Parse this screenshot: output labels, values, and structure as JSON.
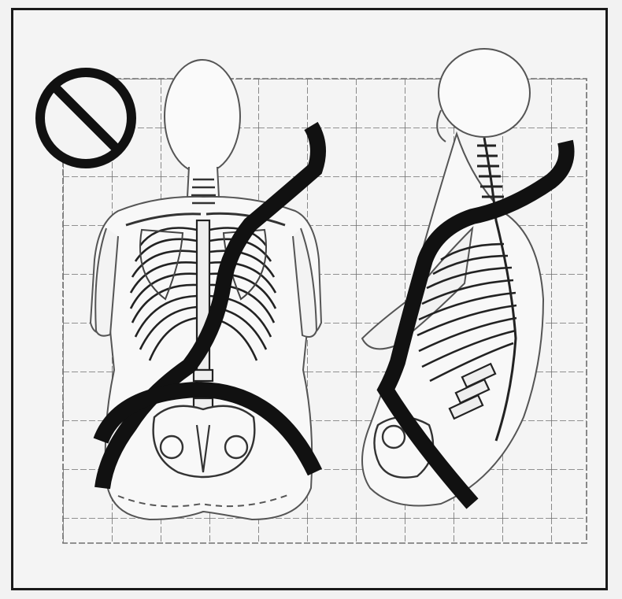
{
  "figure": {
    "kind": "seatbelt-misuse-illustration",
    "symbol": "prohibition-icon",
    "colors": {
      "ink": "#111111",
      "grid": "#6e6e6e",
      "background": "#f4f4f4",
      "outline": "#8a8a8a"
    },
    "views": [
      "back-view",
      "side-view"
    ]
  }
}
